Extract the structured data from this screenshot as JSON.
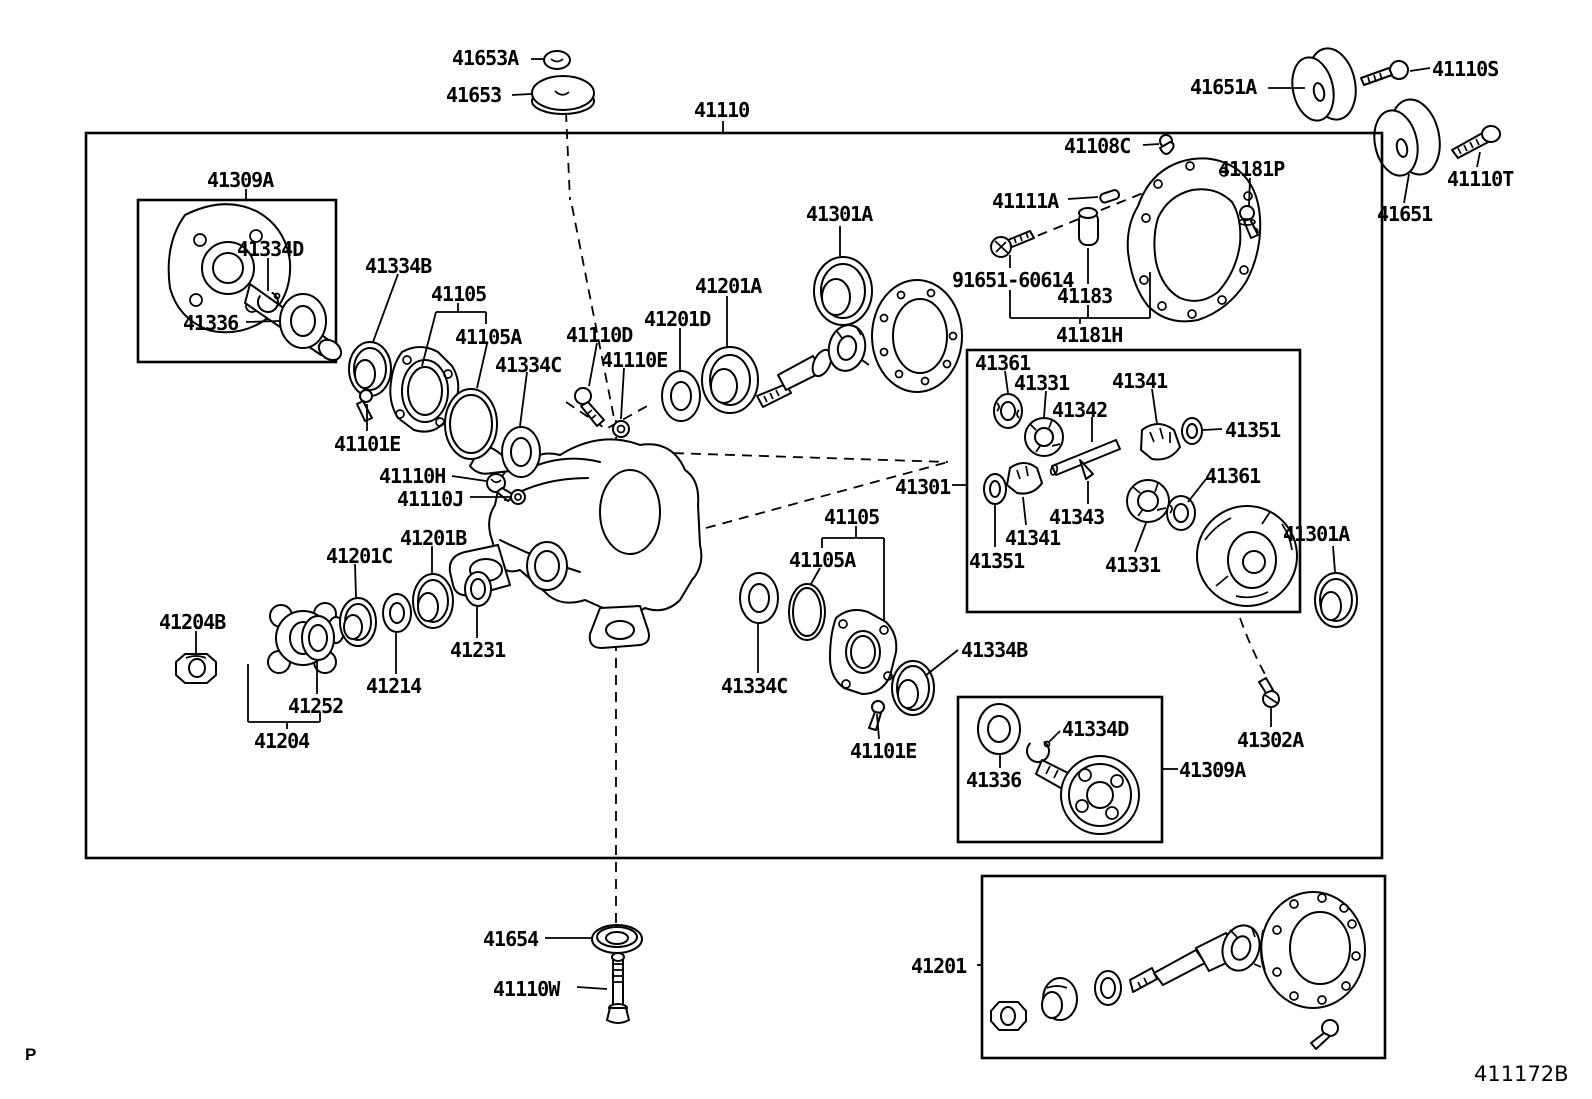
{
  "doc": {
    "type": "exploded-parts-diagram",
    "assembly": "rear differential carrier and gear",
    "page_code": "411172B",
    "corner_mark": "P"
  },
  "labels": [
    {
      "text": "41653A"
    },
    {
      "text": "41653"
    },
    {
      "text": "41110"
    },
    {
      "text": "41651A"
    },
    {
      "text": "41110S"
    },
    {
      "text": "41110T"
    },
    {
      "text": "41651"
    },
    {
      "text": "41108C"
    },
    {
      "text": "41181P"
    },
    {
      "text": "41111A"
    },
    {
      "text": "91651-60614"
    },
    {
      "text": "41183"
    },
    {
      "text": "41181H"
    },
    {
      "text": "41301A"
    },
    {
      "text": "41201A"
    },
    {
      "text": "41201D"
    },
    {
      "text": "41110D"
    },
    {
      "text": "41110E"
    },
    {
      "text": "41105"
    },
    {
      "text": "41105A"
    },
    {
      "text": "41334C"
    },
    {
      "text": "41334B"
    },
    {
      "text": "41101E"
    },
    {
      "text": "41110H"
    },
    {
      "text": "41110J"
    },
    {
      "text": "41309A"
    },
    {
      "text": "41334D"
    },
    {
      "text": "41336"
    },
    {
      "text": "41204B"
    },
    {
      "text": "41201C"
    },
    {
      "text": "41201B"
    },
    {
      "text": "41231"
    },
    {
      "text": "41214"
    },
    {
      "text": "41252"
    },
    {
      "text": "41204"
    },
    {
      "text": "41105"
    },
    {
      "text": "41105A"
    },
    {
      "text": "41334C"
    },
    {
      "text": "41334B"
    },
    {
      "text": "41101E"
    },
    {
      "text": "41361"
    },
    {
      "text": "41331"
    },
    {
      "text": "41342"
    },
    {
      "text": "41341"
    },
    {
      "text": "41351"
    },
    {
      "text": "41301"
    },
    {
      "text": "41351"
    },
    {
      "text": "41341"
    },
    {
      "text": "41343"
    },
    {
      "text": "41331"
    },
    {
      "text": "41361"
    },
    {
      "text": "41301A"
    },
    {
      "text": "41302A"
    },
    {
      "text": "41309A"
    },
    {
      "text": "41336"
    },
    {
      "text": "41334D"
    },
    {
      "text": "41654"
    },
    {
      "text": "41110W"
    },
    {
      "text": "41201"
    }
  ]
}
